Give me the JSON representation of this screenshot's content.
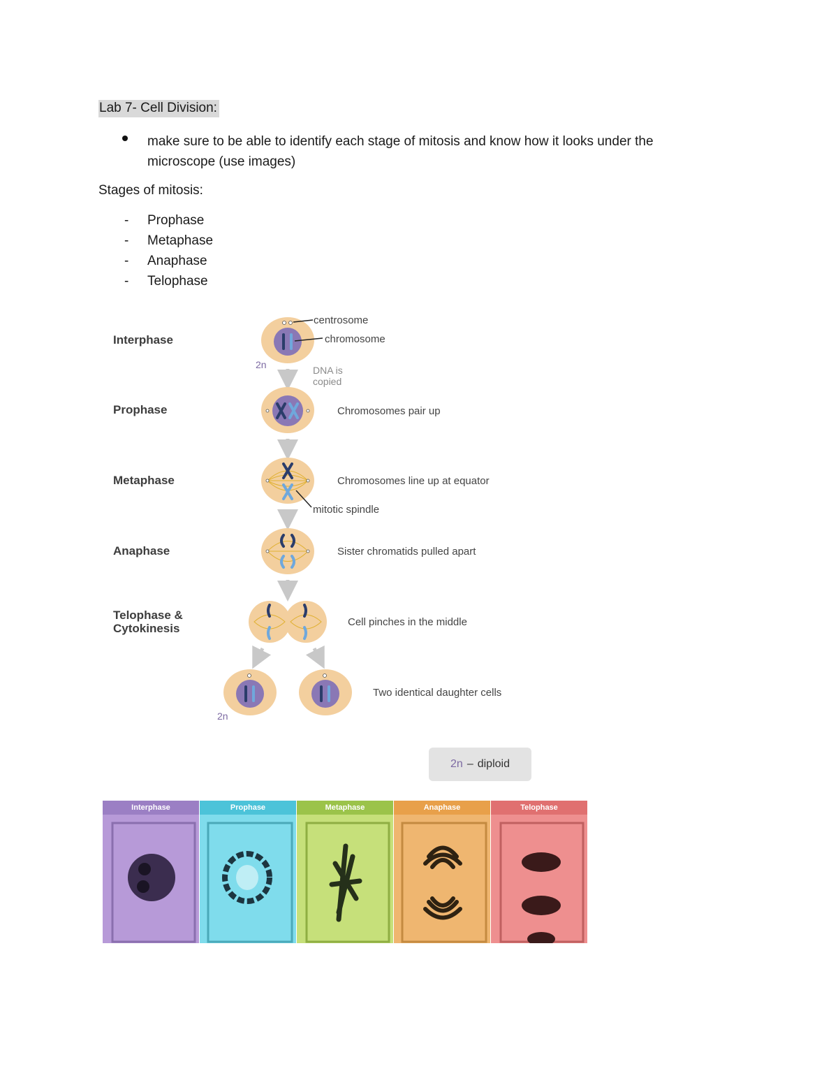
{
  "heading": "Lab 7- Cell Division:",
  "bullet": "make sure to be able to identify each stage of mitosis and know how it looks under the microscope (use images)",
  "stages_title": "Stages of mitosis:",
  "stages": [
    "Prophase",
    "Metaphase",
    "Anaphase",
    "Telophase"
  ],
  "stage_marker": "-",
  "diagram": {
    "labels": {
      "interphase": "Interphase",
      "prophase": "Prophase",
      "metaphase": "Metaphase",
      "anaphase": "Anaphase",
      "telophase": "Telophase & Cytokinesis"
    },
    "callouts": {
      "centrosome": "centrosome",
      "chromosome": "chromosome",
      "dna_copied": "DNA is copied",
      "mitotic_spindle": "mitotic spindle"
    },
    "descriptions": {
      "prophase": "Chromosomes pair up",
      "metaphase": "Chromosomes line up at equator",
      "anaphase": "Sister chromatids pulled apart",
      "telophase": "Cell pinches in the middle",
      "daughters": "Two identical daughter cells"
    },
    "ploidy_top": "2n",
    "ploidy_bottom": "2n",
    "legend": {
      "symbol": "2n",
      "dash": "–",
      "meaning": "diploid"
    },
    "colors": {
      "cell": "#f3cf9e",
      "nucleus": "#8a78b5",
      "chromosome_dark": "#2b3d6b",
      "chromosome_light": "#6fa8dc",
      "spindle": "#e0b030",
      "arrow": "#c8c8c8"
    }
  },
  "micrographs": [
    {
      "label": "Interphase",
      "color": "#9b7fc4"
    },
    {
      "label": "Prophase",
      "color": "#4cc3d9"
    },
    {
      "label": "Metaphase",
      "color": "#9bc34a"
    },
    {
      "label": "Anaphase",
      "color": "#e8a04a"
    },
    {
      "label": "Telophase",
      "color": "#e07070"
    }
  ]
}
